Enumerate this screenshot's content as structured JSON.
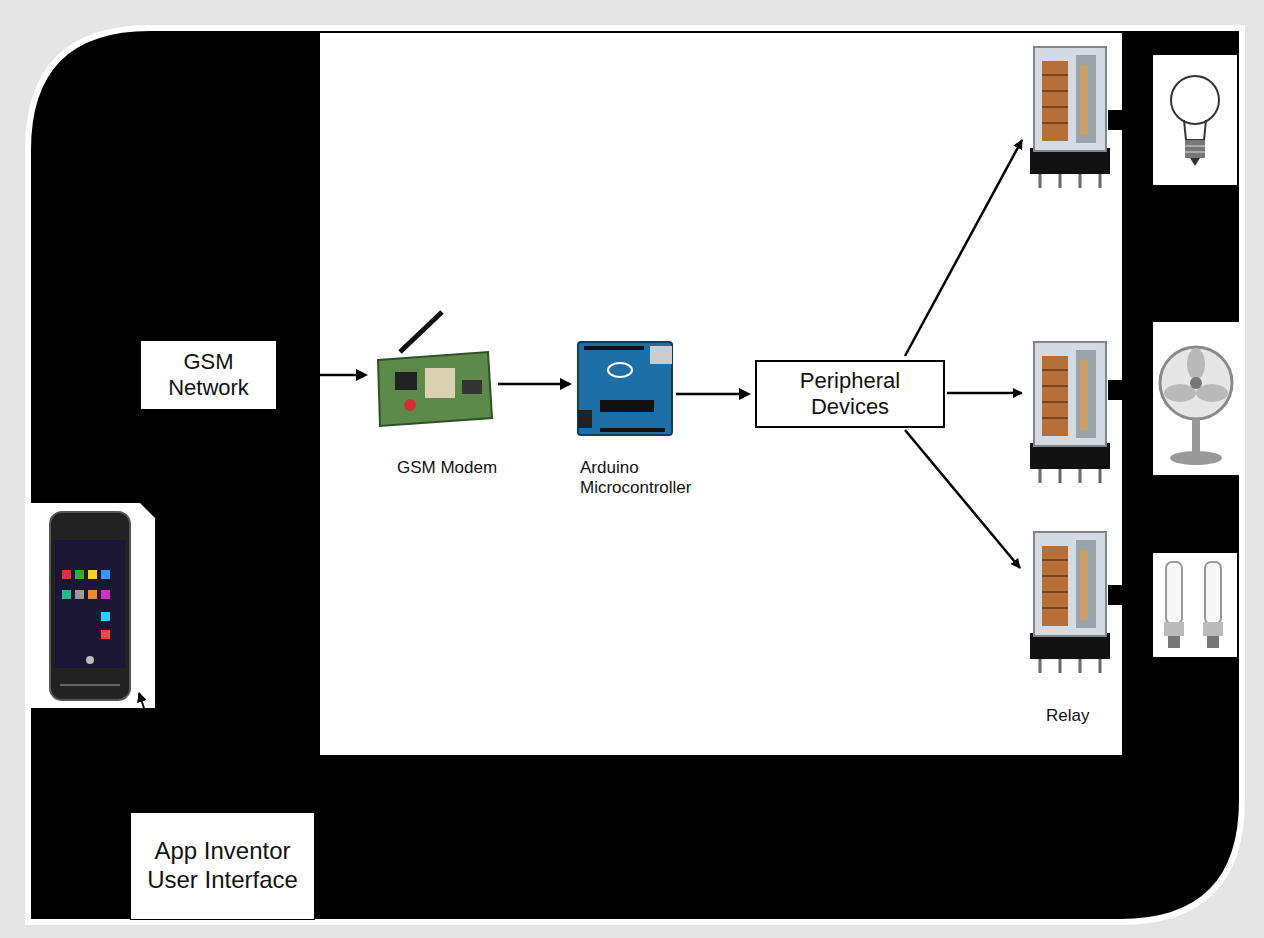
{
  "diagram": {
    "nodes": [
      {
        "text": [
          "GSM Network"
        ]
      },
      {
        "text": [
          "GSM Modem"
        ]
      },
      {
        "text": [
          "Arduino Microcontroller"
        ]
      },
      {
        "text": [
          "Peripheral Devices"
        ]
      },
      {
        "text": [
          "App Inventor User Interface"
        ]
      }
    ],
    "edges": [
      {
        "from": 0,
        "to": 1,
        "arrow": "to"
      },
      {
        "from": 1,
        "to": 2,
        "arrow": "to"
      },
      {
        "from": 2,
        "to": 3,
        "arrow": "to"
      }
    ],
    "labels": [
      "Relay"
    ]
  }
}
